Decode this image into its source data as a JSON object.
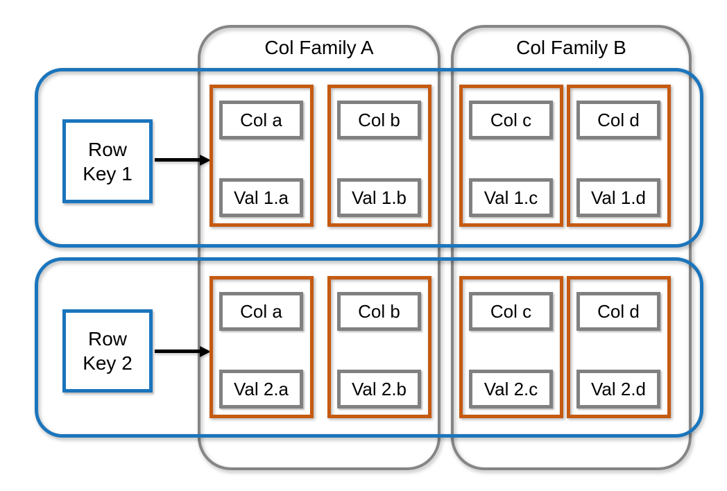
{
  "colors": {
    "blue": "#1B75BC",
    "orange": "#C55A11",
    "gray_family": "#858585",
    "gray_box": "#808080",
    "black": "#000000"
  },
  "families": [
    {
      "label": "Col Family A"
    },
    {
      "label": "Col Family B"
    }
  ],
  "rows": [
    {
      "key_lines": [
        "Row",
        "Key 1"
      ],
      "cells": [
        {
          "col": "Col a",
          "val": "Val 1.a"
        },
        {
          "col": "Col b",
          "val": "Val 1.b"
        },
        {
          "col": "Col c",
          "val": "Val 1.c"
        },
        {
          "col": "Col d",
          "val": "Val 1.d"
        }
      ]
    },
    {
      "key_lines": [
        "Row",
        "Key 2"
      ],
      "cells": [
        {
          "col": "Col a",
          "val": "Val 2.a"
        },
        {
          "col": "Col b",
          "val": "Val 2.b"
        },
        {
          "col": "Col c",
          "val": "Val 2.c"
        },
        {
          "col": "Col d",
          "val": "Val 2.d"
        }
      ]
    }
  ]
}
